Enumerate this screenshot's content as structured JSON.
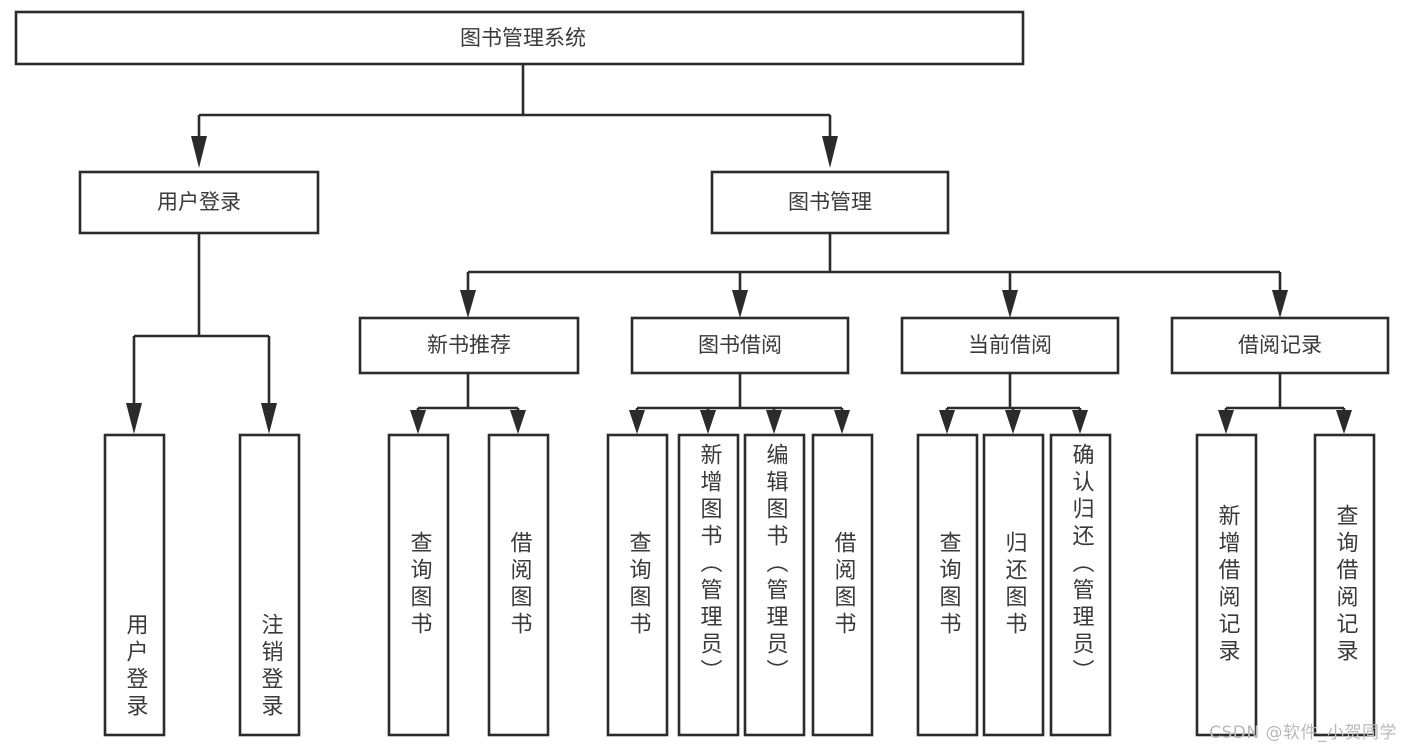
{
  "diagram": {
    "type": "tree-hierarchy",
    "title": "图书管理系统",
    "watermark": "CSDN @软件_小贺同学",
    "colors": {
      "background": "#ffffff",
      "box_fill": "#ffffff",
      "box_stroke": "#2b2b2b",
      "text": "#3a3a3a",
      "watermark": "#b9b9b9"
    },
    "root": {
      "label": "图书管理系统"
    },
    "level2": [
      {
        "label": "用户登录"
      },
      {
        "label": "图书管理"
      }
    ],
    "level3": [
      {
        "label": "新书推荐"
      },
      {
        "label": "图书借阅"
      },
      {
        "label": "当前借阅"
      },
      {
        "label": "借阅记录"
      }
    ],
    "leaves": {
      "user_login": [
        {
          "label": "用户登录"
        },
        {
          "label": "注销登录"
        }
      ],
      "new_book_recommend": [
        {
          "label": "查询图书"
        },
        {
          "label": "借阅图书"
        }
      ],
      "book_borrow": [
        {
          "label": "查询图书"
        },
        {
          "label": "新增图书（管理员）"
        },
        {
          "label": "编辑图书（管理员）"
        },
        {
          "label": "借阅图书"
        }
      ],
      "current_borrow": [
        {
          "label": "查询图书"
        },
        {
          "label": "归还图书"
        },
        {
          "label": "确认归还（管理员）"
        }
      ],
      "borrow_record": [
        {
          "label": "新增借阅记录"
        },
        {
          "label": "查询借阅记录"
        }
      ]
    }
  }
}
